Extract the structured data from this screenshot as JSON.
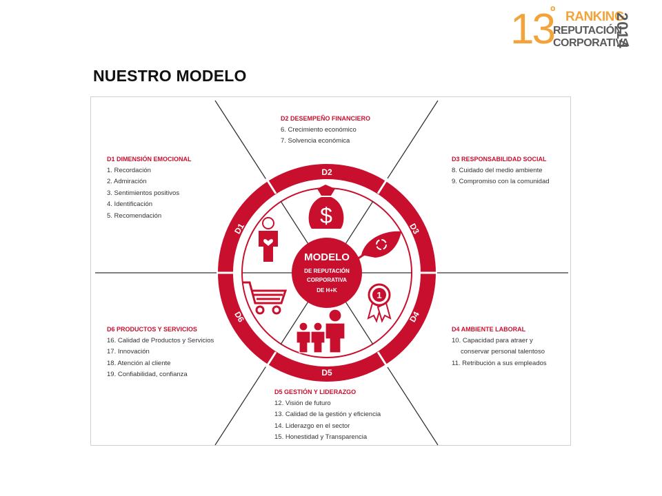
{
  "logo": {
    "number": "13",
    "ordinal": "º",
    "line1": "RANKING",
    "line2": "REPUTACIÓN",
    "line3": "CORPORATIVA",
    "year": "2014"
  },
  "page_title": "NUESTRO MODELO",
  "center": {
    "line1": "MODELO",
    "line2": "DE REPUTACIÓN",
    "line3": "CORPORATIVA",
    "line4": "DE H+K"
  },
  "ring_labels": [
    "D1",
    "D2",
    "D3",
    "D4",
    "D5",
    "D6"
  ],
  "dimensions": {
    "d1": {
      "title": "D1 DIMENSIÓN EMOCIONAL",
      "items": [
        "1. Recordación",
        "2. Admiración",
        "3. Sentimientos positivos",
        "4. Identificación",
        "5. Recomendación"
      ]
    },
    "d2": {
      "title": "D2 DESEMPEÑO FINANCIERO",
      "items": [
        "6. Crecimiento económico",
        "7. Solvencia económica"
      ]
    },
    "d3": {
      "title": "D3 RESPONSABILIDAD SOCIAL",
      "items": [
        "8. Cuidado del medio ambiente",
        "9. Compromiso con la comunidad"
      ]
    },
    "d4": {
      "title": "D4 AMBIENTE LABORAL",
      "items": [
        "10. Capacidad para atraer y",
        "conservar personal talentoso",
        "11. Retribución a sus empleados"
      ]
    },
    "d5": {
      "title": "D5 GESTIÓN Y LIDERAZGO",
      "items": [
        "12. Visión de futuro",
        "13. Calidad de la gestión y eficiencia",
        "14. Liderazgo en el sector",
        "15. Honestidad y Transparencia"
      ]
    },
    "d6": {
      "title": "D6 PRODUCTOS Y SERVICIOS",
      "items": [
        "16. Calidad de Productos y Servicios",
        "17. Innovación",
        "18. Atención al cliente",
        "19. Confiabilidad, confianza"
      ]
    }
  },
  "icons": [
    "person-heart-icon",
    "money-bag-icon",
    "recycle-leaf-icon",
    "award-ribbon-icon",
    "people-group-icon",
    "shopping-cart-icon"
  ],
  "colors": {
    "brand_red": "#c8102e",
    "logo_orange": "#f2a33a",
    "logo_gray": "#5a5a5a"
  }
}
